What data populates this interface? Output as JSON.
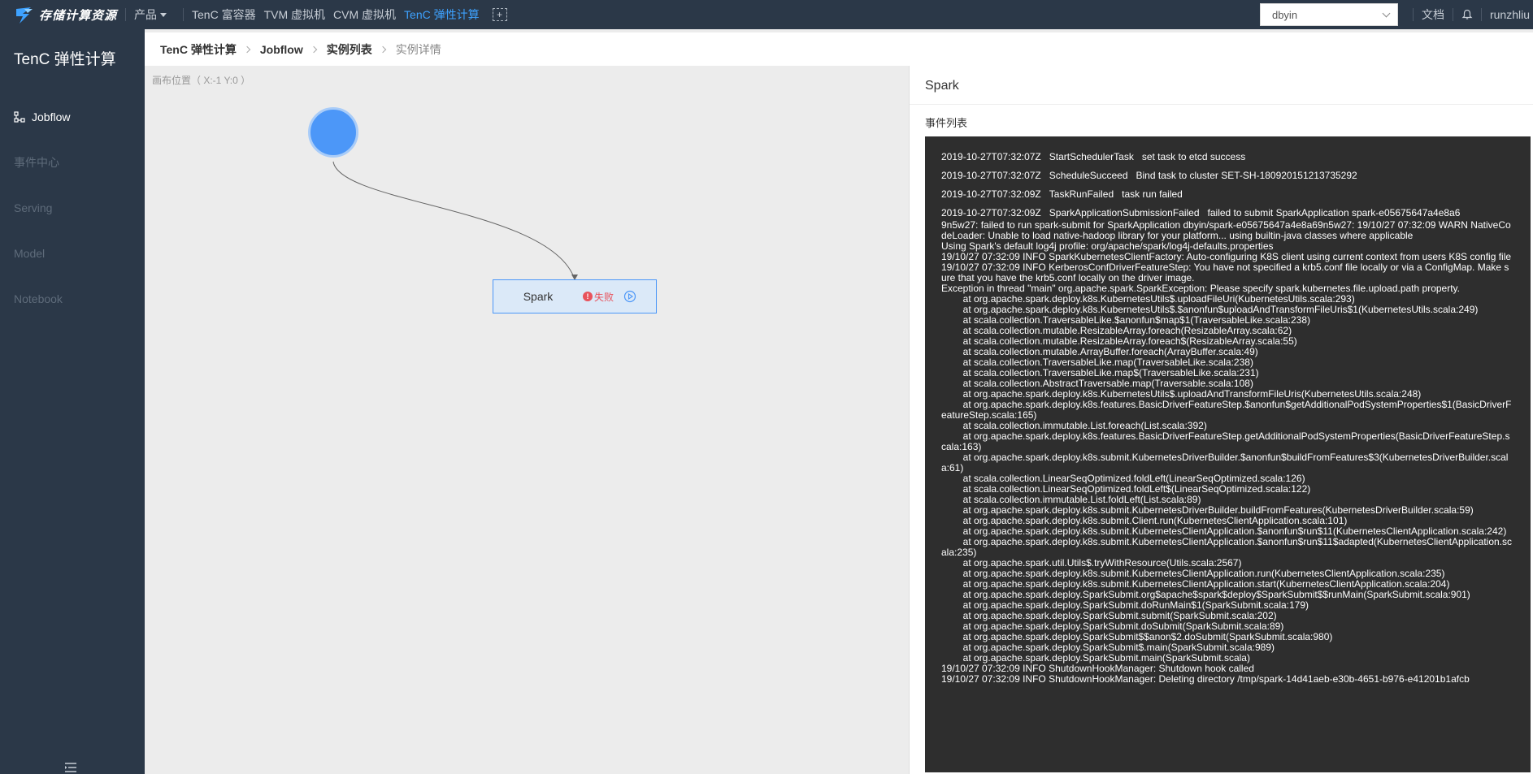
{
  "topbar": {
    "logo_text": "存储计算资源",
    "products_label": "产品",
    "nav": [
      {
        "label": "TenC 富容器"
      },
      {
        "label": "TVM 虚拟机"
      },
      {
        "label": "CVM 虚拟机"
      },
      {
        "label": "TenC 弹性计算"
      }
    ],
    "add_tab_label": "+",
    "select_value": "dbyin",
    "docs_label": "文档",
    "username": "runzhliu"
  },
  "sidebar": {
    "title": "TenC 弹性计算",
    "items": [
      {
        "label": "Jobflow"
      },
      {
        "label": "事件中心"
      },
      {
        "label": "Serving"
      },
      {
        "label": "Model"
      },
      {
        "label": "Notebook"
      }
    ]
  },
  "breadcrumb": [
    "TenC 弹性计算",
    "Jobflow",
    "实例列表",
    "实例详情"
  ],
  "canvas": {
    "coord_label": "画布位置（ X:-1   Y:0  ）",
    "node_label": "Spark",
    "node_status": "失败",
    "status_color": "#e8525b"
  },
  "panel": {
    "title": "Spark",
    "subtitle": "事件列表",
    "events": [
      {
        "time": "2019-10-27T07:32:07Z",
        "type": "StartSchedulerTask",
        "message": "set task to etcd success"
      },
      {
        "time": "2019-10-27T07:32:07Z",
        "type": "ScheduleSucceed",
        "message": "Bind task to cluster SET-SH-180920151213735292"
      },
      {
        "time": "2019-10-27T07:32:09Z",
        "type": "TaskRunFailed",
        "message": "task run failed"
      },
      {
        "time": "2019-10-27T07:32:09Z",
        "type": "SparkApplicationSubmissionFailed",
        "message": "failed to submit SparkApplication spark-e05675647a4e8a6"
      }
    ],
    "log_text": "9n5w27: failed to run spark-submit for SparkApplication dbyin/spark-e05675647a4e8a69n5w27: 19/10/27 07:32:09 WARN NativeCodeLoader: Unable to load native-hadoop library for your platform... using builtin-java classes where applicable\nUsing Spark's default log4j profile: org/apache/spark/log4j-defaults.properties\n19/10/27 07:32:09 INFO SparkKubernetesClientFactory: Auto-configuring K8S client using current context from users K8S config file\n19/10/27 07:32:09 INFO KerberosConfDriverFeatureStep: You have not specified a krb5.conf file locally or via a ConfigMap. Make sure that you have the krb5.conf locally on the driver image.\nException in thread \"main\" org.apache.spark.SparkException: Please specify spark.kubernetes.file.upload.path property.\n        at org.apache.spark.deploy.k8s.KubernetesUtils$.uploadFileUri(KubernetesUtils.scala:293)\n        at org.apache.spark.deploy.k8s.KubernetesUtils$.$anonfun$uploadAndTransformFileUris$1(KubernetesUtils.scala:249)\n        at scala.collection.TraversableLike.$anonfun$map$1(TraversableLike.scala:238)\n        at scala.collection.mutable.ResizableArray.foreach(ResizableArray.scala:62)\n        at scala.collection.mutable.ResizableArray.foreach$(ResizableArray.scala:55)\n        at scala.collection.mutable.ArrayBuffer.foreach(ArrayBuffer.scala:49)\n        at scala.collection.TraversableLike.map(TraversableLike.scala:238)\n        at scala.collection.TraversableLike.map$(TraversableLike.scala:231)\n        at scala.collection.AbstractTraversable.map(Traversable.scala:108)\n        at org.apache.spark.deploy.k8s.KubernetesUtils$.uploadAndTransformFileUris(KubernetesUtils.scala:248)\n        at org.apache.spark.deploy.k8s.features.BasicDriverFeatureStep.$anonfun$getAdditionalPodSystemProperties$1(BasicDriverFeatureStep.scala:165)\n        at scala.collection.immutable.List.foreach(List.scala:392)\n        at org.apache.spark.deploy.k8s.features.BasicDriverFeatureStep.getAdditionalPodSystemProperties(BasicDriverFeatureStep.scala:163)\n        at org.apache.spark.deploy.k8s.submit.KubernetesDriverBuilder.$anonfun$buildFromFeatures$3(KubernetesDriverBuilder.scala:61)\n        at scala.collection.LinearSeqOptimized.foldLeft(LinearSeqOptimized.scala:126)\n        at scala.collection.LinearSeqOptimized.foldLeft$(LinearSeqOptimized.scala:122)\n        at scala.collection.immutable.List.foldLeft(List.scala:89)\n        at org.apache.spark.deploy.k8s.submit.KubernetesDriverBuilder.buildFromFeatures(KubernetesDriverBuilder.scala:59)\n        at org.apache.spark.deploy.k8s.submit.Client.run(KubernetesClientApplication.scala:101)\n        at org.apache.spark.deploy.k8s.submit.KubernetesClientApplication.$anonfun$run$11(KubernetesClientApplication.scala:242)\n        at org.apache.spark.deploy.k8s.submit.KubernetesClientApplication.$anonfun$run$11$adapted(KubernetesClientApplication.scala:235)\n        at org.apache.spark.util.Utils$.tryWithResource(Utils.scala:2567)\n        at org.apache.spark.deploy.k8s.submit.KubernetesClientApplication.run(KubernetesClientApplication.scala:235)\n        at org.apache.spark.deploy.k8s.submit.KubernetesClientApplication.start(KubernetesClientApplication.scala:204)\n        at org.apache.spark.deploy.SparkSubmit.org$apache$spark$deploy$SparkSubmit$$runMain(SparkSubmit.scala:901)\n        at org.apache.spark.deploy.SparkSubmit.doRunMain$1(SparkSubmit.scala:179)\n        at org.apache.spark.deploy.SparkSubmit.submit(SparkSubmit.scala:202)\n        at org.apache.spark.deploy.SparkSubmit.doSubmit(SparkSubmit.scala:89)\n        at org.apache.spark.deploy.SparkSubmit$$anon$2.doSubmit(SparkSubmit.scala:980)\n        at org.apache.spark.deploy.SparkSubmit$.main(SparkSubmit.scala:989)\n        at org.apache.spark.deploy.SparkSubmit.main(SparkSubmit.scala)\n19/10/27 07:32:09 INFO ShutdownHookManager: Shutdown hook called\n19/10/27 07:32:09 INFO ShutdownHookManager: Deleting directory /tmp/spark-14d41aeb-e30b-4651-b976-e41201b1afcb"
  },
  "colors": {
    "nav_bg": "#2b3848",
    "accent": "#3ea2ff",
    "node_blue": "#4c97f8",
    "log_bg": "#2e2e2e"
  }
}
